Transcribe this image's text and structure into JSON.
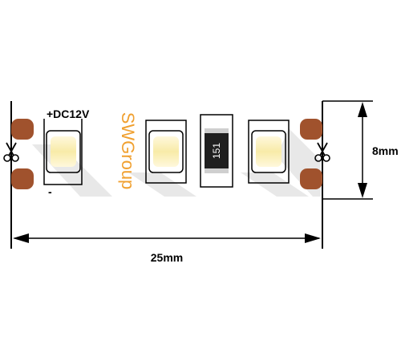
{
  "diagram": {
    "polarity_plus": "+DC12V",
    "polarity_minus": "-",
    "brand": "SWGroup",
    "resistor_code": "151",
    "length_label": "25mm",
    "width_label": "8mm",
    "colors": {
      "strip": "#ffffff",
      "shadow": "#e6e6e6",
      "pad": "#a0522d",
      "led": "#f5e8b0",
      "resistor_body": "#1a1a1a",
      "brand": "#f0a030",
      "line": "#000000"
    },
    "icons": [
      "cut-scissors-icon",
      "cut-scissors-icon"
    ]
  }
}
